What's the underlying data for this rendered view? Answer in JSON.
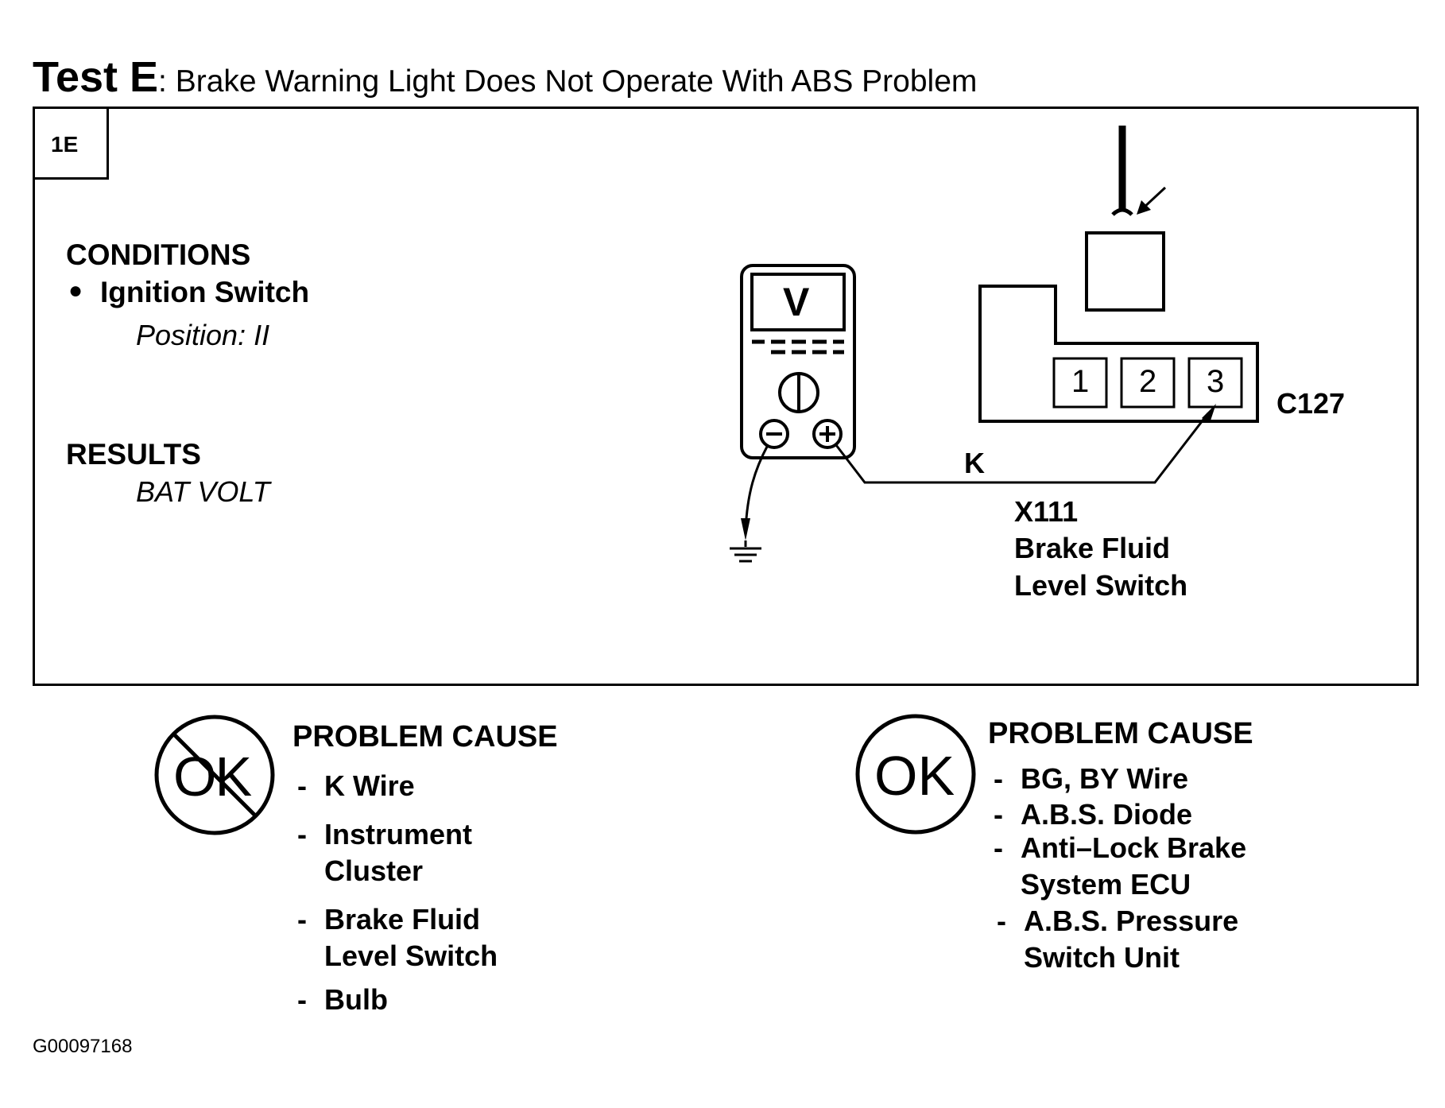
{
  "title": {
    "test": "Test E",
    "description": ": Brake Warning Light Does Not Operate With ABS Problem"
  },
  "step": "1E",
  "conditions": {
    "heading": "CONDITIONS",
    "bullet": "●",
    "item": "Ignition Switch",
    "detail": "Position: II"
  },
  "results": {
    "heading": "RESULTS",
    "value": "BAT VOLT"
  },
  "diagram": {
    "meter_symbol": "V",
    "wire_label": "K",
    "connector_label": "C127",
    "pins": [
      "1",
      "2",
      "3"
    ],
    "component_id": "X111",
    "component_name_line1": "Brake Fluid",
    "component_name_line2": "Level Switch"
  },
  "not_ok": {
    "badge": "OK",
    "heading": "PROBLEM CAUSE",
    "items": [
      {
        "line1": "K  Wire",
        "line2": ""
      },
      {
        "line1": "Instrument",
        "line2": "Cluster"
      },
      {
        "line1": "Brake Fluid",
        "line2": "Level Switch"
      },
      {
        "line1": "Bulb",
        "line2": ""
      }
    ]
  },
  "ok": {
    "badge": "OK",
    "heading": "PROBLEM CAUSE",
    "items": [
      {
        "line1": "BG, BY  Wire",
        "line2": ""
      },
      {
        "line1": "A.B.S. Diode",
        "line2": ""
      },
      {
        "line1": "Anti–Lock Brake",
        "line2": "System ECU"
      },
      {
        "line1": "A.B.S. Pressure",
        "line2": "Switch Unit"
      }
    ]
  },
  "figure_id": "G00097168"
}
